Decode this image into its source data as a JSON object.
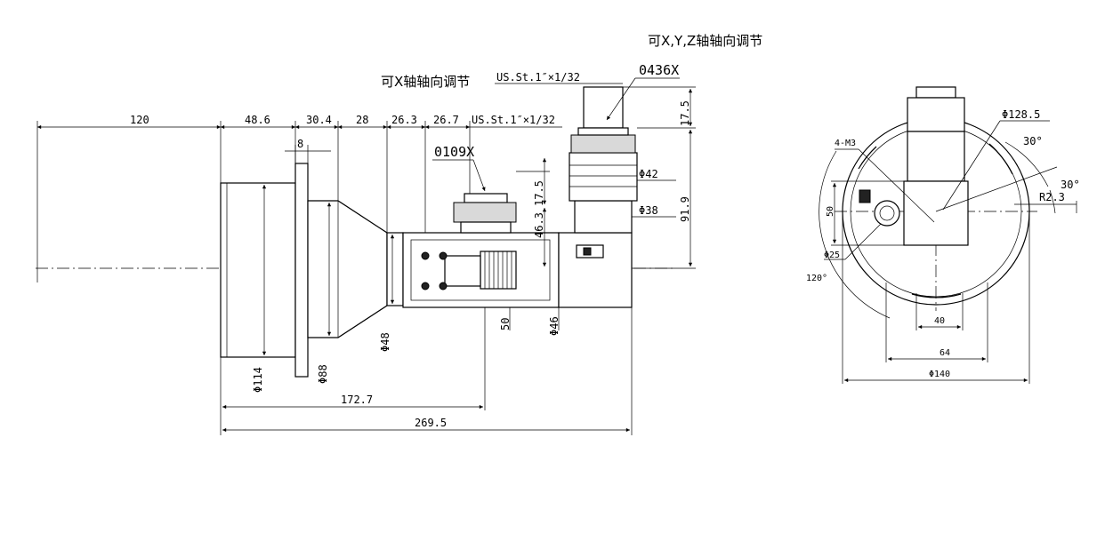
{
  "notes": {
    "xyz_adjust": "可X,Y,Z轴轴向调节",
    "x_adjust": "可X轴轴向调节"
  },
  "parts": {
    "part_top": "0436X",
    "part_mid": "0109X"
  },
  "threads": {
    "top": "US.St.1″×1/32",
    "mid": "US.St.1″×1/32"
  },
  "side_view": {
    "horizontal_top": [
      "120",
      "48.6",
      "30.4",
      "28",
      "26.3",
      "26.7"
    ],
    "flange_width": "8",
    "diameters": {
      "d114": "Φ114",
      "d88": "Φ88",
      "d48": "Φ48",
      "d46": "Φ46",
      "d42": "Φ42",
      "d38": "Φ38"
    },
    "vertical": {
      "v17_5_top": "17.5",
      "v91_9": "91.9",
      "v17_5_mid": "17.5",
      "v46_3": "46.3",
      "v50": "50"
    },
    "bottom": {
      "b172_7": "172.7",
      "b269_5": "269.5"
    }
  },
  "front_view": {
    "d128_5": "Φ128.5",
    "angle_30_a": "30°",
    "angle_30_b": "30°",
    "r2_3": "R2.3",
    "holes": "4-M3",
    "h50": "50",
    "d25": "Φ25",
    "angle_120": "120°",
    "w40": "40",
    "w64": "64",
    "d140": "Φ140"
  }
}
